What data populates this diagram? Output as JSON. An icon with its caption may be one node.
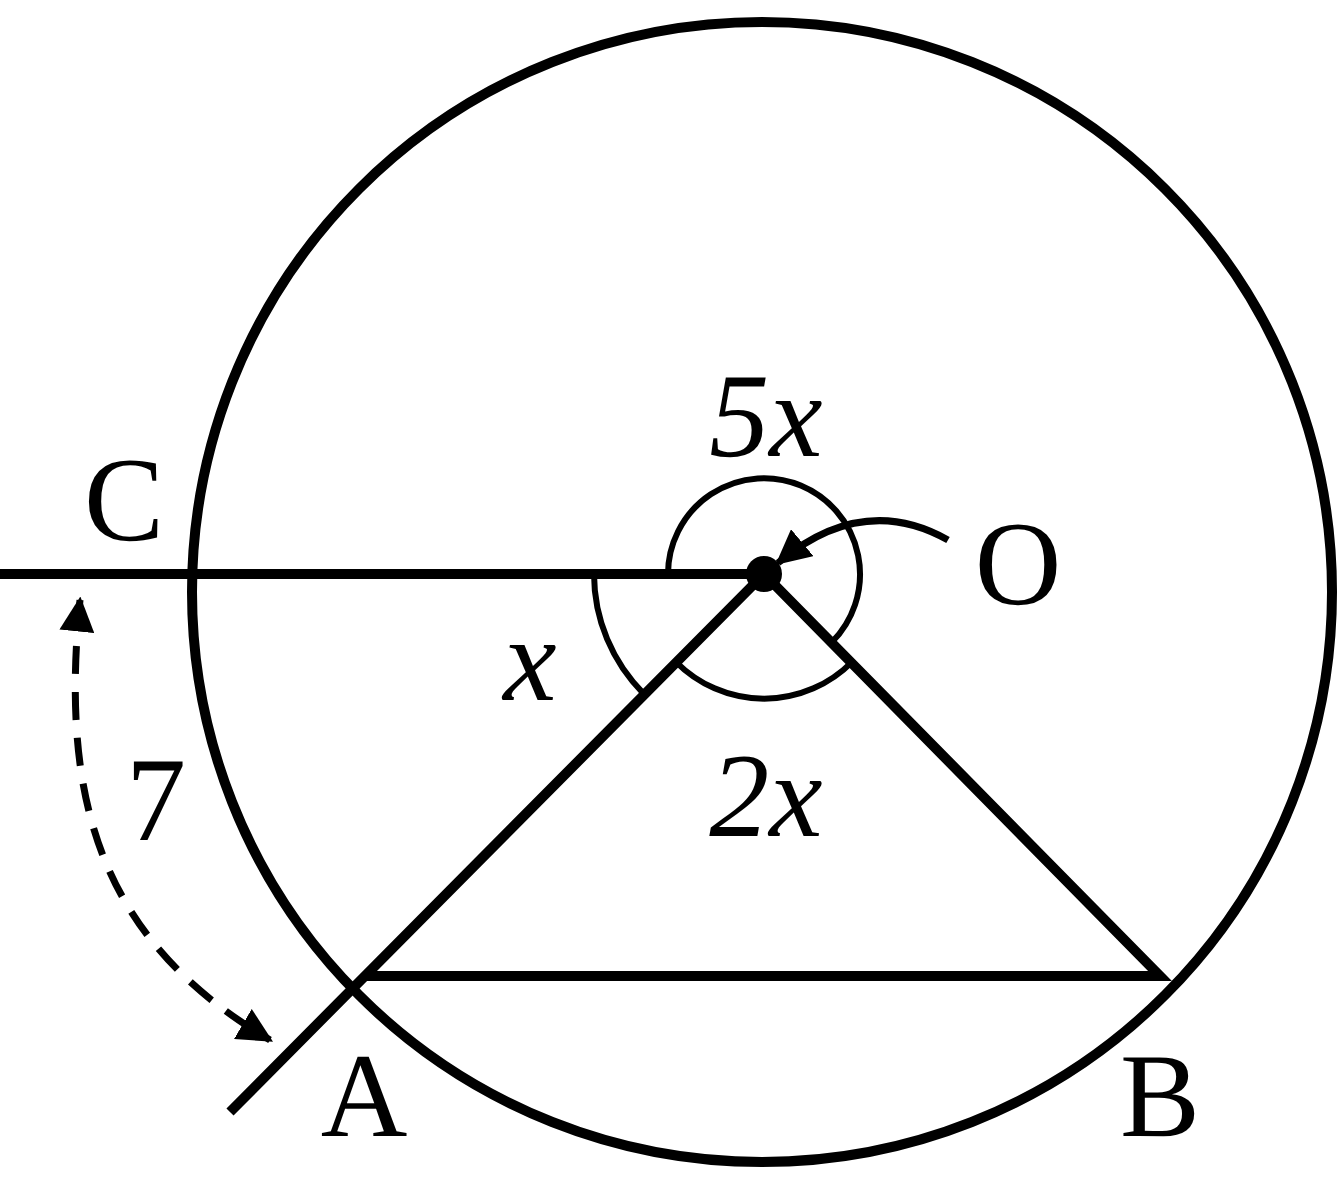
{
  "diagram": {
    "nodes": [
      {
        "text": [
          "O"
        ]
      },
      {
        "text": [],
        "shape": "circle"
      }
    ],
    "edges": [
      {
        "from": 0,
        "to": 1,
        "arrow": "to"
      }
    ],
    "labels": [
      "5x",
      "C",
      "x",
      "2x",
      "7",
      "A",
      "B"
    ]
  }
}
